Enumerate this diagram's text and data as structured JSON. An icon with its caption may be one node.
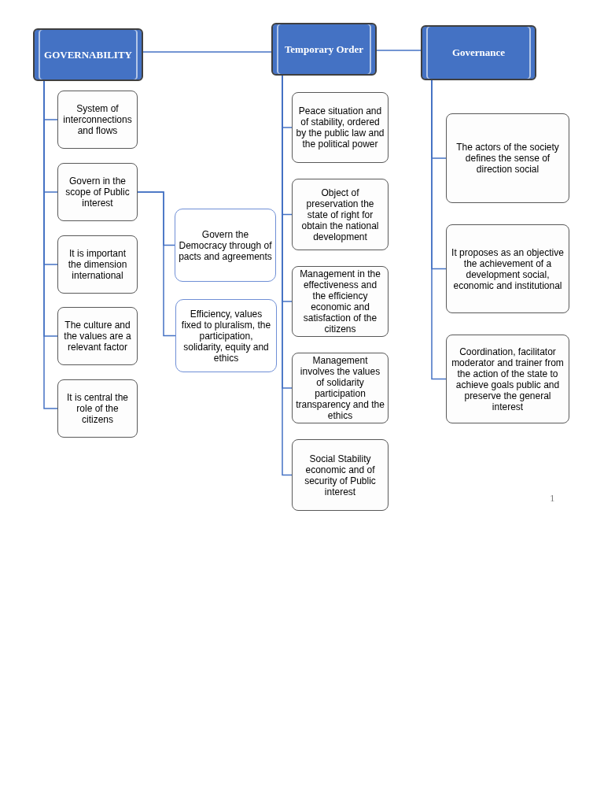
{
  "diagram": {
    "nodes": [
      {
        "text": [
          "GOVERNABILITY"
        ]
      },
      {
        "text": [
          "Temporary Order"
        ]
      },
      {
        "text": [
          "Governance"
        ]
      },
      {
        "text": [
          "System of interconnections and flows"
        ]
      },
      {
        "text": [
          "Govern in the scope of Public interest"
        ]
      },
      {
        "text": [
          "It is important the dimension international"
        ]
      },
      {
        "text": [
          "The culture and the values are a relevant factor"
        ]
      },
      {
        "text": [
          "It is central the role of the citizens"
        ]
      },
      {
        "text": [
          "Govern the Democracy through of pacts and agreements"
        ]
      },
      {
        "text": [
          "Efficiency, values fixed to pluralism, the participation, solidarity, equity and ethics"
        ]
      },
      {
        "text": [
          "Peace situation and of stability, ordered by the public law and the political power"
        ]
      },
      {
        "text": [
          "Object of preservation the state of right for obtain the national development"
        ]
      },
      {
        "text": [
          "Management in the effectiveness and the efficiency economic and satisfaction of the citizens"
        ]
      },
      {
        "text": [
          "Management involves the values of solidarity participation transparency and the ethics"
        ]
      },
      {
        "text": [
          "Social Stability economic and of security of Public interest"
        ]
      },
      {
        "text": [
          "The actors of the society defines the sense of direction social"
        ]
      },
      {
        "text": [
          "It proposes as an objective the achievement of a development social, economic and institutional"
        ]
      },
      {
        "text": [
          "Coordination, facilitator moderator and trainer from the action of the state to achieve goals public and preserve the general interest"
        ]
      }
    ],
    "edges": [
      {
        "from": 0,
        "to": 1,
        "arrow": "none"
      },
      {
        "from": 1,
        "to": 2,
        "arrow": "none"
      },
      {
        "from": 0,
        "to": 3,
        "arrow": "none"
      },
      {
        "from": 0,
        "to": 4,
        "arrow": "none"
      },
      {
        "from": 0,
        "to": 5,
        "arrow": "none"
      },
      {
        "from": 0,
        "to": 6,
        "arrow": "none"
      },
      {
        "from": 0,
        "to": 7,
        "arrow": "none"
      },
      {
        "from": 4,
        "to": 8,
        "arrow": "none"
      },
      {
        "from": 4,
        "to": 9,
        "arrow": "none"
      },
      {
        "from": 1,
        "to": 10,
        "arrow": "none"
      },
      {
        "from": 1,
        "to": 11,
        "arrow": "none"
      },
      {
        "from": 1,
        "to": 12,
        "arrow": "none"
      },
      {
        "from": 1,
        "to": 13,
        "arrow": "none"
      },
      {
        "from": 1,
        "to": 14,
        "arrow": "none"
      },
      {
        "from": 2,
        "to": 15,
        "arrow": "none"
      },
      {
        "from": 2,
        "to": 16,
        "arrow": "none"
      },
      {
        "from": 2,
        "to": 17,
        "arrow": "none"
      }
    ],
    "labels": [
      "1"
    ]
  }
}
